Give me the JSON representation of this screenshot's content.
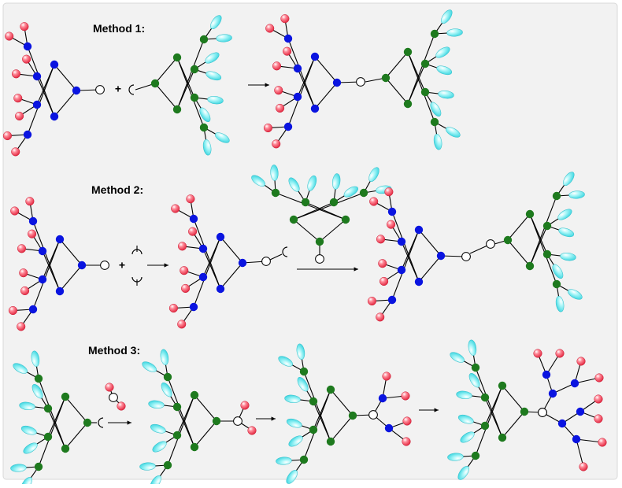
{
  "labels": {
    "method1": "Method 1:",
    "method2": "Method 2:",
    "method3": "Method 3:"
  },
  "plus_sign": "+",
  "colors": {
    "background": "#f2f2f2",
    "border": "#d8d8d8",
    "red_terminal": "#ff5a6e",
    "blue_node": "#0a14e0",
    "green_node": "#1e7a1e",
    "cyan_terminal": "#7ef0f4",
    "linker": "#ffffff",
    "bond": "#000000"
  }
}
